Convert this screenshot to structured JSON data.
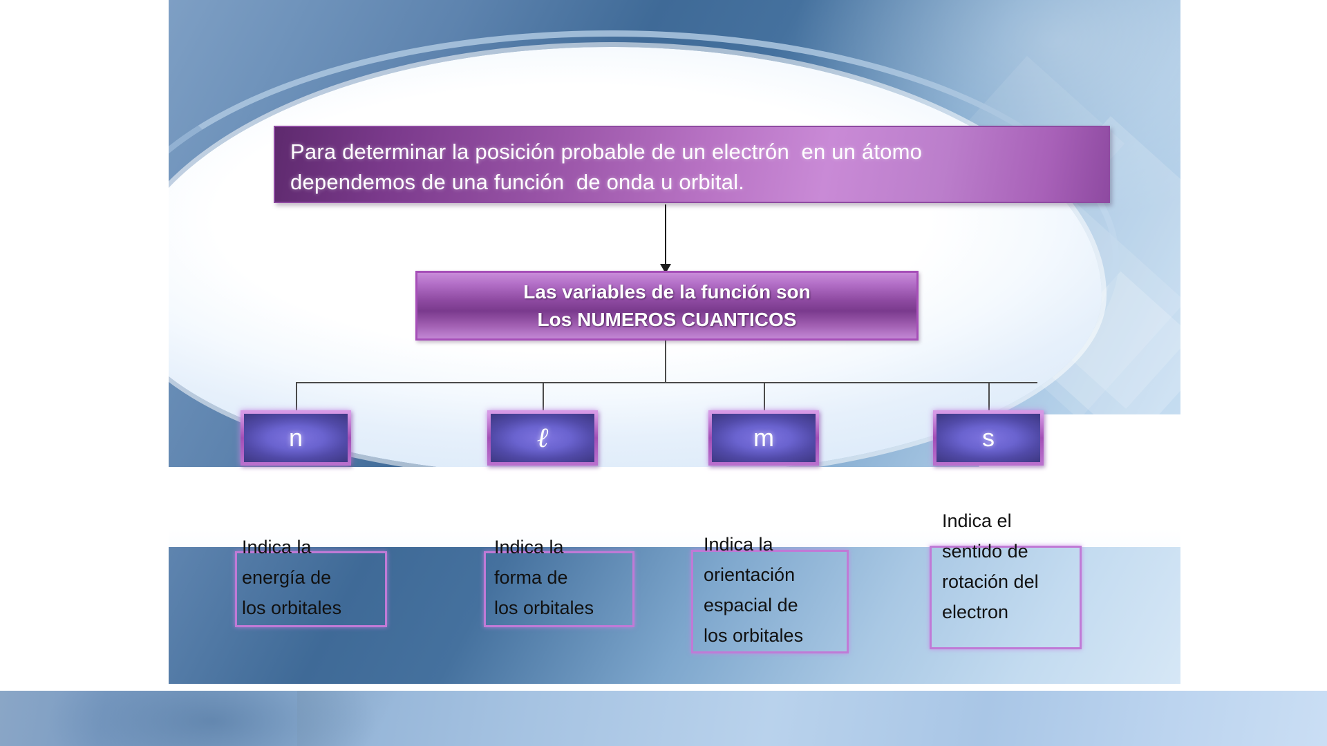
{
  "slide": {
    "banner": {
      "line1": "Para determinar la posición probable de un electrón  en un átomo",
      "line2": "dependemos de una función  de onda u orbital."
    },
    "subbox": {
      "line1": "Las variables de la función son",
      "line2": "Los NUMEROS CUANTICOS"
    },
    "quantum_numbers": [
      {
        "symbol": "n"
      },
      {
        "symbol": "ℓ"
      },
      {
        "symbol": "m"
      },
      {
        "symbol": "s"
      }
    ],
    "descriptions": [
      {
        "lines": [
          "Indica la",
          "energía de",
          "los orbitales"
        ]
      },
      {
        "lines": [
          "Indica la",
          "forma de",
          "los orbitales"
        ]
      },
      {
        "lines": [
          "Indica la",
          "orientación",
          "espacial de",
          "los orbitales"
        ]
      },
      {
        "lines": [
          "Indica el",
          "sentido de",
          "rotación del",
          "electron"
        ]
      }
    ],
    "colors": {
      "banner_purple": "#9a55a8",
      "subbox_purple": "#8e4aa1",
      "qbox_blue": "#6a63cf",
      "qbox_border": "#a24fb6",
      "connector": "#4a4a4a",
      "text_white": "#ffffff",
      "text_dark": "#111111",
      "slide_blue": "#5d83ae",
      "bottom_band": "#a6c3e2"
    }
  }
}
